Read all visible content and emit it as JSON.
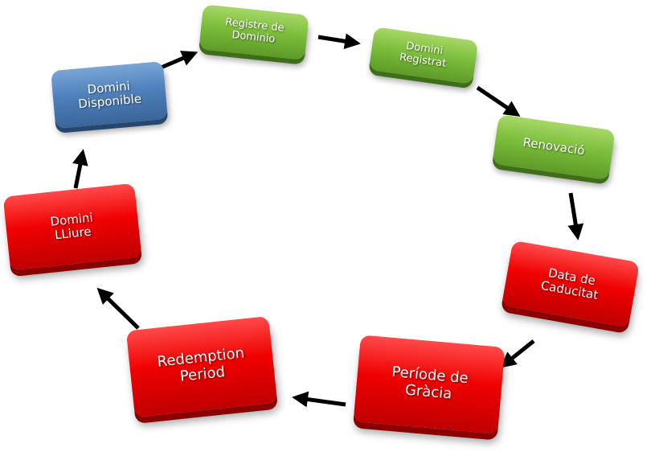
{
  "nodes": {
    "registre_de_dominio": "Registre de\nDominio",
    "domini_registrat": "Domini\nRegistrat",
    "renovacio": "Renovació",
    "data_de_caducitat": "Data de\nCaducitat",
    "periode_de_gracia": "Període de\nGràcia",
    "redemption_period": "Redemption\nPeriod",
    "domini_lliure": "Domini\nLLiure",
    "domini_disponible": "Domini\nDisponible"
  },
  "colors": {
    "green": "#7cbf3c",
    "blue": "#4f81bd",
    "red": "#f00000",
    "arrow": "#000000"
  }
}
